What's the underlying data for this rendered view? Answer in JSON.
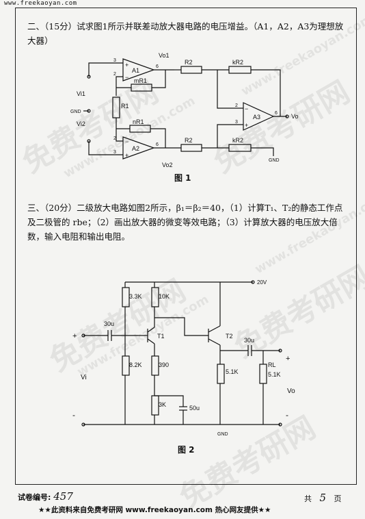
{
  "header": {
    "url": "www.freekaoyan.com"
  },
  "watermark": {
    "cn": "免费考研网",
    "url": "www.freekaoyan.com"
  },
  "question2": {
    "text": "二、（15分）试求图1所示并联差动放大器电路的电压增益。（A1，A2，A3为理想放大器）",
    "figure_caption": "图 1"
  },
  "figure1": {
    "labels": {
      "vo1": "Vo1",
      "vo2": "Vo2",
      "vi1": "Vi1",
      "vi2": "Vi2",
      "gnd": "GND",
      "gnd2": "GND",
      "a1": "A1",
      "a2": "A2",
      "a3": "A3",
      "r2_top": "R2",
      "kr2_top": "kR2",
      "r2_bot": "R2",
      "kr2_bot": "kR2",
      "mr1": "mR1",
      "nr1": "nR1",
      "r1": "R1",
      "vo": "Vo",
      "pin3_a1": "3",
      "pin2_a1": "2",
      "pin6_a1": "6",
      "pin2_a2": "2",
      "pin3_a2": "3",
      "pin6_a2": "6",
      "pin2_a3": "2",
      "pin3_a3": "3",
      "pin6_a3": "6",
      "minus": "−",
      "plus": "+"
    }
  },
  "question3": {
    "text": "三、（20分）二级放大电路如图2所示，β₁＝β₂＝40，（1）计算T₁、T₂的静态工作点及二极管的 rbe；（2）画出放大器的微变等效电路；（3）计算放大器的电压放大倍数，输入电阻和输出电阻。",
    "figure_caption": "图 2"
  },
  "figure2": {
    "labels": {
      "vcc": "20V",
      "r33k": "3.3K",
      "r10k": "10K",
      "c30u_in": "30u",
      "t1": "T1",
      "t2": "T2",
      "r82k": "8.2K",
      "r390": "390",
      "r3k": "3K",
      "c50u": "50u",
      "c30u_out": "30u",
      "r51k": "5.1K",
      "rl": "RL",
      "rl_val": "5.1K",
      "vi": "Vi",
      "vo": "Vo",
      "gnd": "GND",
      "plus_in": "+",
      "minus_in": "-",
      "plus_out": "+",
      "minus_out": "-"
    }
  },
  "footer": {
    "paper_no_label": "试卷编号:",
    "paper_no": "457",
    "total_label": "共",
    "total_pages": "5",
    "page_label": "页",
    "banner": "★★此资料来自免费考研网 www.freekaoyan.com 热心网友提供★★"
  }
}
